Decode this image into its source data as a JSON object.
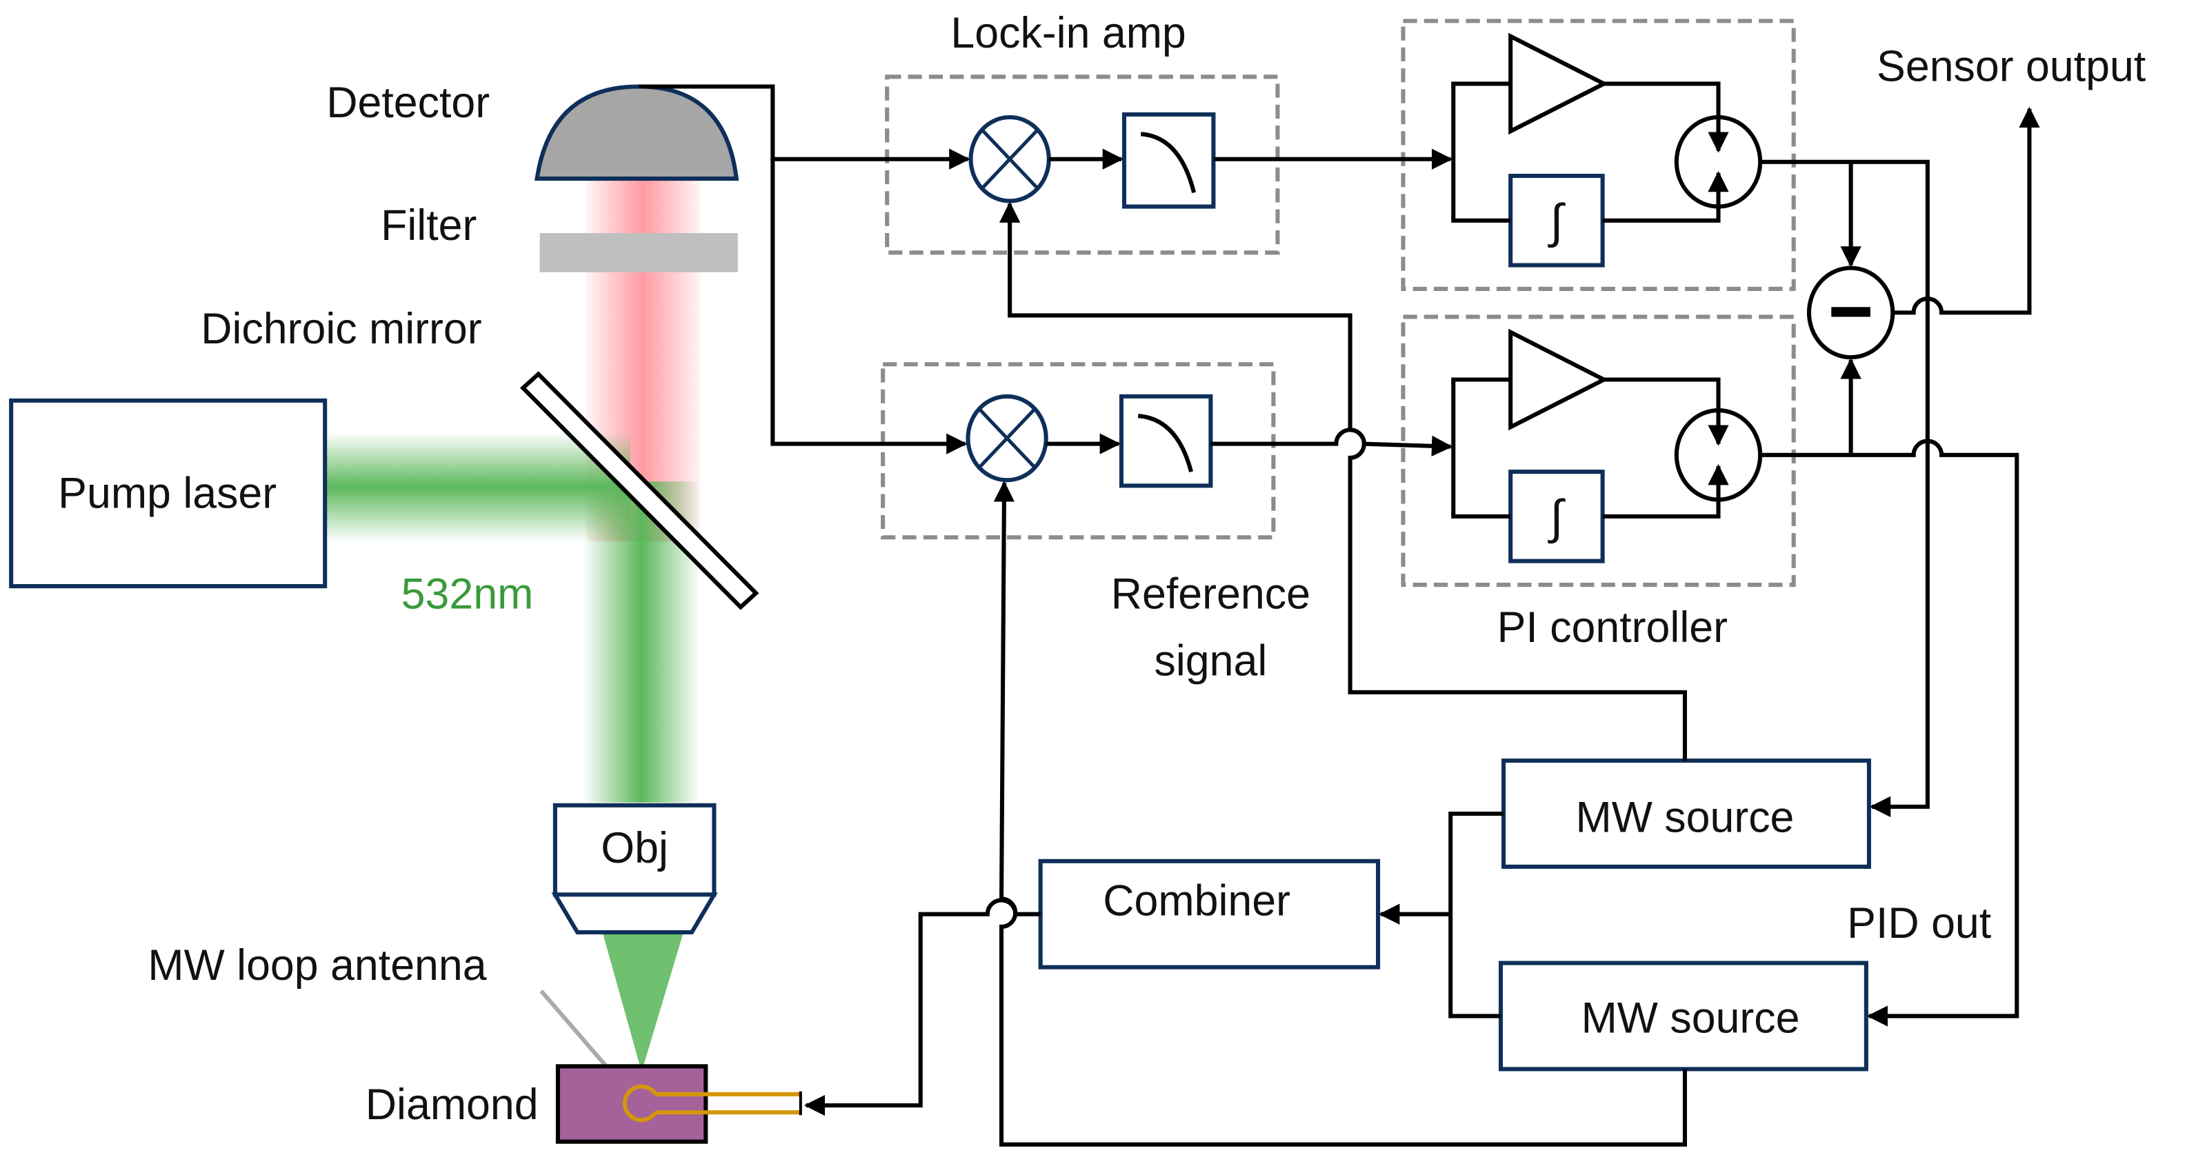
{
  "title": "NV-diamond magnetometer setup with dual lock-in and PI feedback",
  "labels": {
    "detector": "Detector",
    "filter": "Filter",
    "dichroic_mirror": "Dichroic mirror",
    "pump_laser": "Pump laser",
    "wavelength": "532nm",
    "objective": "Obj",
    "antenna": "MW loop antenna",
    "diamond": "Diamond",
    "lockin": "Lock-in amp",
    "reference_line1": "Reference",
    "reference_line2": "signal",
    "pi_controller": "PI controller",
    "sensor_output": "Sensor output",
    "pid_out": "PID out",
    "combiner": "Combiner",
    "mw_source_1": "MW source",
    "mw_source_2": "MW source",
    "integral_symbol": "∫",
    "subtract_symbol": "−"
  },
  "colors": {
    "box_stroke": "#0f2f5a",
    "green_beam": "#5cb85c",
    "red_beam": "#ff9aa2",
    "wavelength_text": "#3a9a3a",
    "diamond_fill": "#a56199",
    "antenna": "#d4960a",
    "detector_fill": "#a6a6a6",
    "filter_fill": "#bfbfbf",
    "dashed_group": "#8c8c8c"
  }
}
